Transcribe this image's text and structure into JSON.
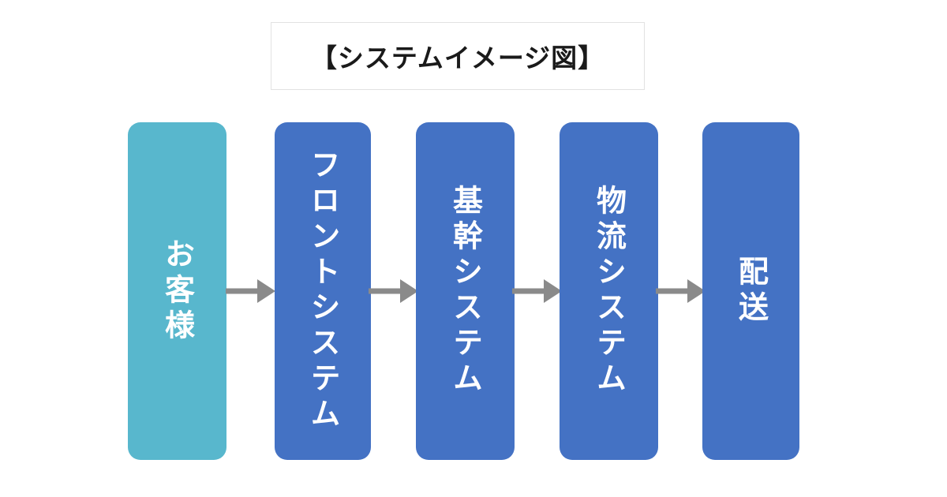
{
  "title": "【システムイメージ図】",
  "flow": {
    "direction": "left-to-right",
    "nodes": [
      {
        "id": "customer",
        "label": "お客様",
        "color": "#58b7cd",
        "text_color": "#ffffff"
      },
      {
        "id": "front-system",
        "label": "フロントシステム",
        "color": "#4472c4",
        "text_color": "#ffffff"
      },
      {
        "id": "core-system",
        "label": "基幹システム",
        "color": "#4472c4",
        "text_color": "#ffffff"
      },
      {
        "id": "logistics-system",
        "label": "物流システム",
        "color": "#4472c4",
        "text_color": "#ffffff"
      },
      {
        "id": "delivery",
        "label": "配送",
        "color": "#4472c4",
        "text_color": "#ffffff"
      }
    ],
    "arrow_color": "#8a8a8a"
  },
  "colors": {
    "background": "#ffffff",
    "title_border": "#e2e2e2",
    "title_text": "#1a1a1a",
    "accent_teal": "#58b7cd",
    "accent_blue": "#4472c4",
    "arrow_gray": "#8a8a8a"
  }
}
